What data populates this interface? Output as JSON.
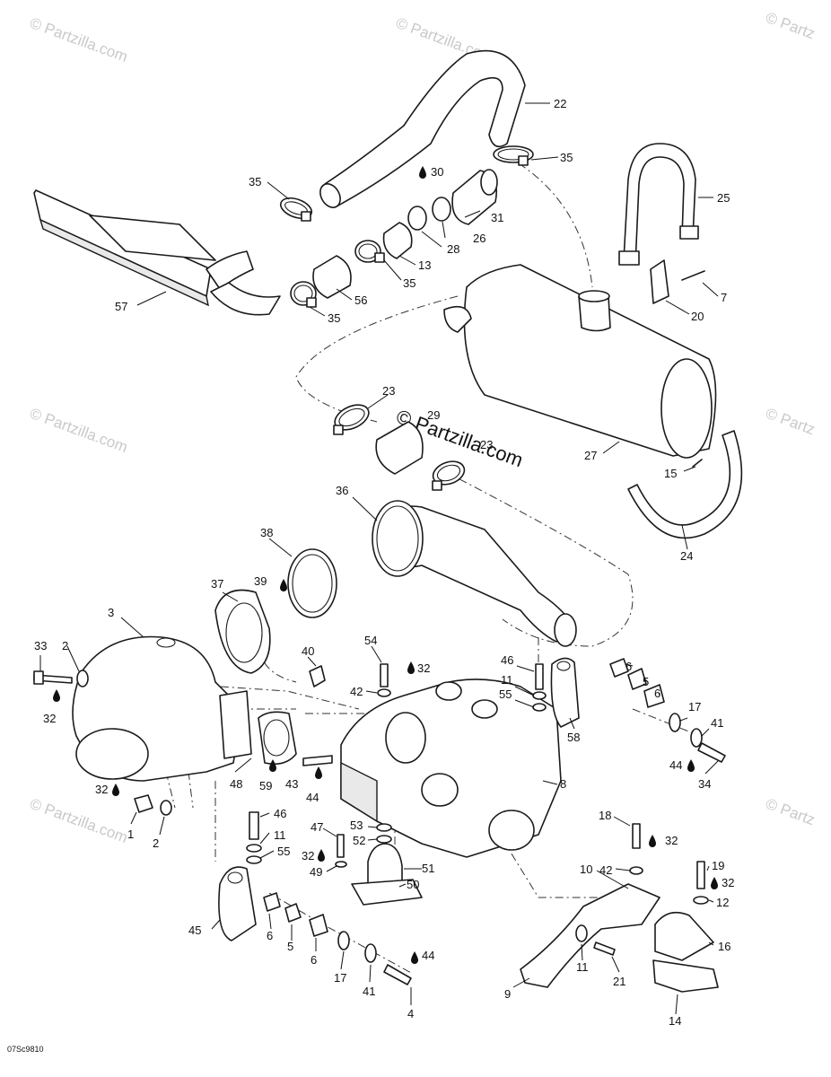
{
  "watermarks": [
    "© Partzilla.com",
    "© Partzilla.com",
    "© Partz",
    "© Partzilla.com",
    "© Partz",
    "© Partzilla.com",
    "© Partz"
  ],
  "center_watermark": "© Partzilla.com",
  "diagram_code": "07Sc9810",
  "callouts": {
    "c22": "22",
    "c35a": "35",
    "c35b": "35",
    "c30": "30",
    "c31": "31",
    "c26": "26",
    "c28": "28",
    "c13": "13",
    "c35c": "35",
    "c56": "56",
    "c35d": "35",
    "c57": "57",
    "c25": "25",
    "c7": "7",
    "c20": "20",
    "c23a": "23",
    "c29": "29",
    "c23b": "23",
    "c27": "27",
    "c15": "15",
    "c24": "24",
    "c36": "36",
    "c38": "38",
    "c39": "39",
    "c37": "37",
    "c3": "3",
    "c33": "33",
    "c2a": "2",
    "c32a": "32",
    "c40": "40",
    "c54": "54",
    "c32b": "32",
    "c42a": "42",
    "c46a": "46",
    "c11a": "11",
    "c55a": "55",
    "c6a": "6",
    "c5a": "5",
    "c6b": "6",
    "c17a": "17",
    "c41a": "41",
    "c58": "58",
    "c44a": "44",
    "c34": "34",
    "c48": "48",
    "c59": "59",
    "c43": "43",
    "c44b": "44",
    "c8": "8",
    "c32c": "32",
    "c1": "1",
    "c2b": "2",
    "c46b": "46",
    "c11b": "11",
    "c55b": "55",
    "c47": "47",
    "c53": "53",
    "c52": "52",
    "c32d": "32",
    "c49": "49",
    "c51": "51",
    "c50": "50",
    "c18": "18",
    "c32e": "32",
    "c42b": "42",
    "c10": "10",
    "c19": "19",
    "c32f": "32",
    "c12": "12",
    "c16": "16",
    "c45": "45",
    "c6c": "6",
    "c5b": "5",
    "c6d": "6",
    "c17b": "17",
    "c41b": "41",
    "c44c": "44",
    "c4": "4",
    "c11c": "11",
    "c21": "21",
    "c9": "9",
    "c14": "14"
  },
  "icons": {
    "drop": "sealant-drop-icon",
    "bolt": "bolt-icon",
    "clamp": "hose-clamp-icon"
  },
  "colors": {
    "line": "#1a1a1a",
    "watermark": "#c9c9c9",
    "background": "#ffffff"
  }
}
